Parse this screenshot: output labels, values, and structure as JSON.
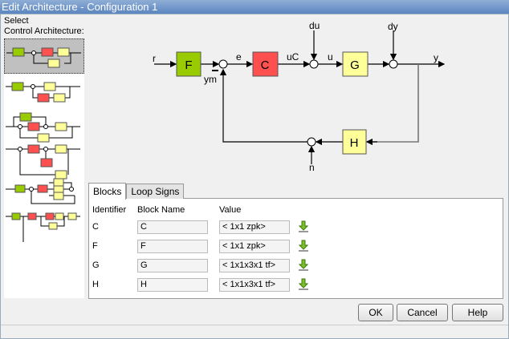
{
  "window": {
    "title": "Edit Architecture - Configuration 1"
  },
  "sidebar": {
    "label_line1": "Select",
    "label_line2": "Control Architecture:",
    "selected_index": 0,
    "item_count": 6
  },
  "diagram": {
    "blocks": {
      "F": "F",
      "C": "C",
      "G": "G",
      "H": "H"
    },
    "signals": {
      "r": "r",
      "e": "e",
      "uC": "uC",
      "u": "u",
      "y": "y",
      "du": "du",
      "dy": "dy",
      "ym": "ym",
      "n": "n",
      "minus": "−"
    },
    "colors": {
      "F": "#99cc00",
      "C": "#ff5050",
      "G": "#ffff99",
      "H": "#ffff99"
    }
  },
  "tabs": [
    {
      "label": "Blocks",
      "active": true
    },
    {
      "label": "Loop Signs",
      "active": false
    }
  ],
  "table": {
    "headers": [
      "Identifier",
      "Block Name",
      "Value"
    ],
    "rows": [
      {
        "id": "C",
        "name": "C",
        "value": "< 1x1 zpk>"
      },
      {
        "id": "F",
        "name": "F",
        "value": "< 1x1 zpk>"
      },
      {
        "id": "G",
        "name": "G",
        "value": "< 1x1x3x1 tf>"
      },
      {
        "id": "H",
        "name": "H",
        "value": "< 1x1x3x1 tf>"
      }
    ],
    "import_icon": "import-arrow-icon"
  },
  "buttons": {
    "ok": "OK",
    "cancel": "Cancel",
    "help": "Help"
  }
}
